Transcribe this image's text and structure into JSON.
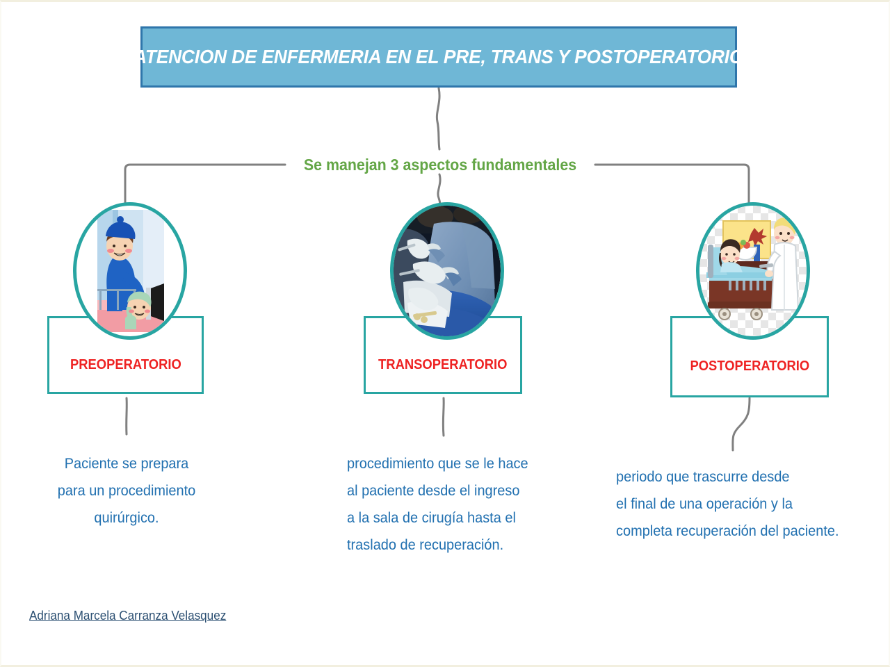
{
  "page": {
    "background_color": "#ffffff",
    "border_color": "#f2efdf"
  },
  "header": {
    "title": "ATENCION DE ENFERMERIA EN EL PRE, TRANS Y POSTOPERATORIO",
    "fill_color": "#6fb7d6",
    "border_color": "#2f76ab",
    "text_color": "#ffffff"
  },
  "subtitle": {
    "text": "Se manejan 3 aspectos fundamentales",
    "color": "#63a646"
  },
  "nodes": [
    {
      "id": "preoperatorio",
      "label": "PREOPERATORIO",
      "label_color": "#ee2222",
      "border_color": "#28a5a2",
      "image_name": "nurse-with-patient-in-bed-illustration",
      "description": "Paciente se prepara\npara un procedimiento\nquirúrgico.",
      "description_color": "#2170b0",
      "description_align": "center"
    },
    {
      "id": "transoperatorio",
      "label": "TRANSOPERATORIO",
      "label_color": "#ee2222",
      "border_color": "#28a5a2",
      "image_name": "surgeons-operating-photo",
      "description": "procedimiento que se le hace\nal paciente desde el ingreso\na la sala de cirugía hasta el\ntraslado de recuperación.",
      "description_color": "#2170b0",
      "description_align": "left"
    },
    {
      "id": "postoperatorio",
      "label": "POSTOPERATORIO",
      "label_color": "#ee2222",
      "border_color": "#28a5a2",
      "image_name": "patient-in-hospital-bed-with-doctor-illustration",
      "description": "periodo que trascurre desde\nel final de una operación y la\ncompleta recuperación del paciente.",
      "description_color": "#2170b0",
      "description_align": "left"
    }
  ],
  "author": {
    "name": "Adriana Marcela Carranza Velasquez",
    "color": "#2b4f72"
  },
  "connectors": {
    "color": "#808080"
  }
}
